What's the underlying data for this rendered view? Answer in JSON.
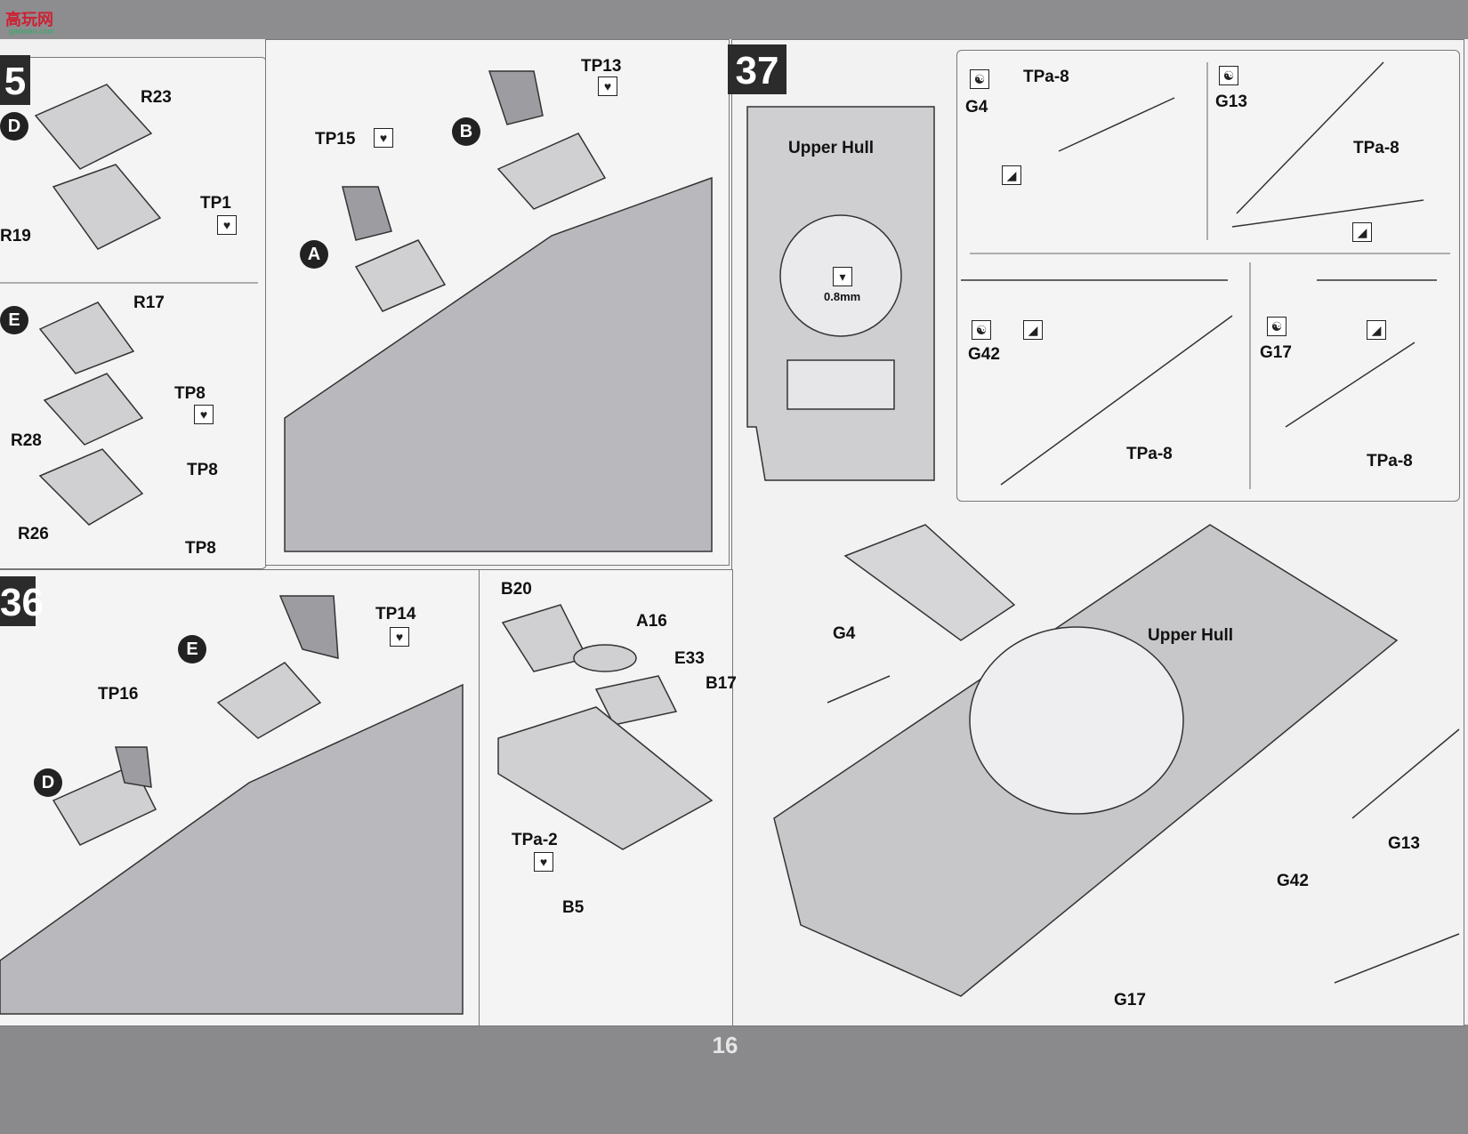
{
  "watermark": {
    "text": "高玩网",
    "sub": "gaowan.com"
  },
  "page_number": "16",
  "steps": {
    "s35": "5",
    "s36": "36",
    "s37": "37"
  },
  "callouts": {
    "A": "A",
    "B": "B",
    "D": "D",
    "E": "E"
  },
  "labels": {
    "R23": "R23",
    "R19": "R19",
    "TP1": "TP1",
    "R17": "R17",
    "TP8": "TP8",
    "R28": "R28",
    "R26": "R26",
    "TP15": "TP15",
    "TP13": "TP13",
    "TP14": "TP14",
    "TP16": "TP16",
    "B20": "B20",
    "A16": "A16",
    "E33": "E33",
    "B17": "B17",
    "TPa2": "TPa-2",
    "B5": "B5",
    "upper_hull": "Upper Hull",
    "drill": "0.8mm",
    "G4": "G4",
    "TPa8": "TPa-8",
    "G13": "G13",
    "G42": "G42",
    "G17": "G17"
  },
  "icons": {
    "cut": "cut-icon",
    "glue": "glue-icon",
    "drill": "drill-icon",
    "yinyang": "part-orientation-icon"
  }
}
